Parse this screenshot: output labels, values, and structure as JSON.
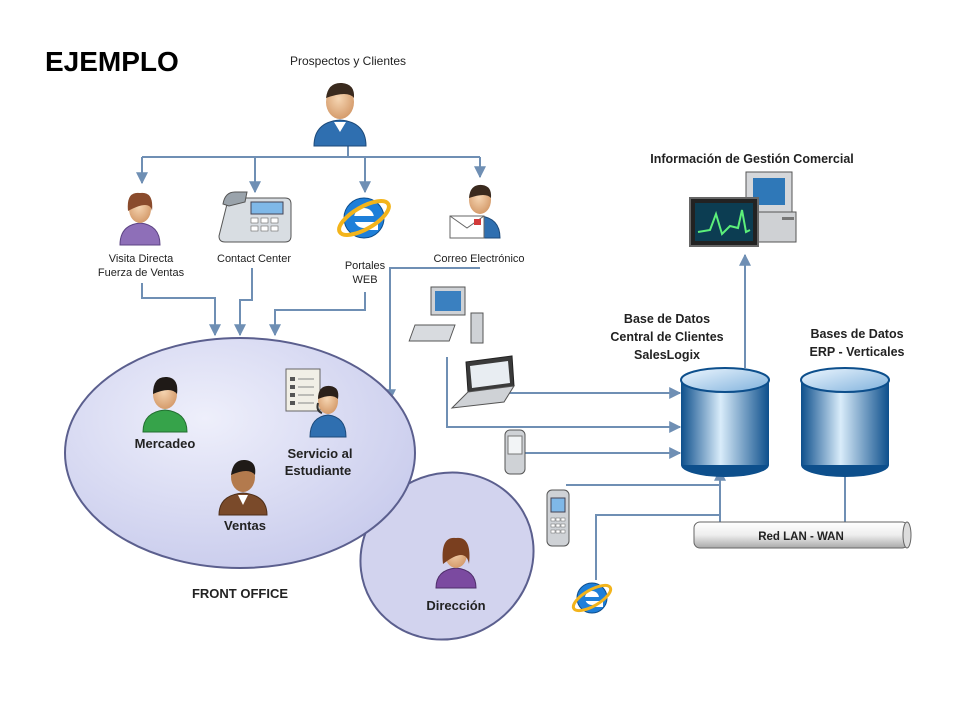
{
  "title": "EJEMPLO",
  "labels": {
    "prospects": "Prospectos y Clientes",
    "visit_line1": "Visita Directa",
    "visit_line2": "Fuerza de Ventas",
    "contact_center": "Contact Center",
    "portal_line1": "Portales",
    "portal_line2": "WEB",
    "email": "Correo Electrónico",
    "mgmt_info": "Información de Gestión Comercial",
    "db1_line1": "Base de Datos",
    "db1_line2": "Central de Clientes",
    "db1_line3": "SalesLogix",
    "db2_line1": "Bases de Datos",
    "db2_line2": "ERP - Verticales",
    "network": "Red LAN - WAN",
    "marketing": "Mercadeo",
    "service_line1": "Servicio al",
    "service_line2": "Estudiante",
    "sales": "Ventas",
    "front_office": "FRONT OFFICE",
    "direction": "Dirección"
  },
  "colors": {
    "arrow": "#6f8fb4",
    "ellipse_fill": "#d8daf2",
    "ellipse_stroke": "#5b5f8e",
    "db_dark": "#0d4f8c",
    "db_light": "#d9ecfa"
  },
  "icons": [
    "person-blue",
    "person-purple",
    "telephone",
    "ie-logo",
    "person-mail",
    "monitor-chart",
    "desktop-pc",
    "laptop",
    "pda",
    "mobile-phone",
    "person-green",
    "person-brown",
    "person-headset",
    "person-woman",
    "database-cylinder",
    "network-bar"
  ]
}
